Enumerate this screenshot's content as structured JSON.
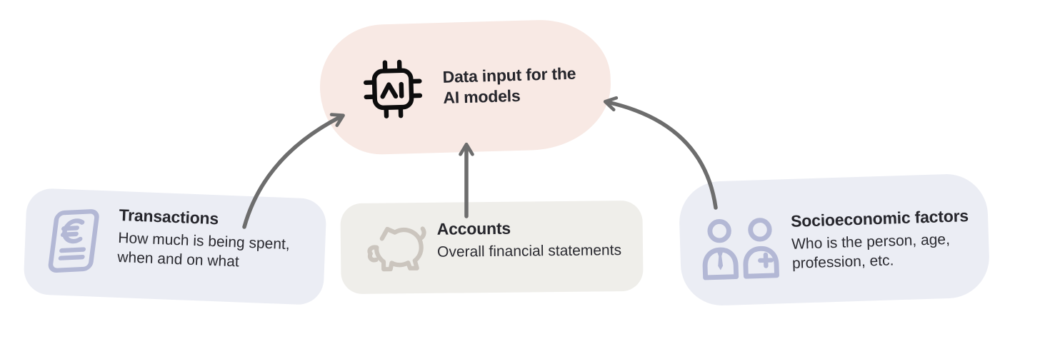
{
  "page": {
    "background": "#ffffff",
    "type": "flow-diagram"
  },
  "center_node": {
    "title": "Data input for the AI models",
    "icon": "ai-chip-icon",
    "background": "#f8e9e4",
    "icon_color": "#0d0d0d",
    "text_color": "#26262c"
  },
  "source_nodes": [
    {
      "id": "transactions",
      "title": "Transactions",
      "description": "How much is being spent, when and on what",
      "icon": "receipt-euro-icon",
      "background": "#ebedf4",
      "icon_color": "#b3b8d5"
    },
    {
      "id": "accounts",
      "title": "Accounts",
      "description": "Overall financial statements",
      "icon": "piggy-bank-icon",
      "background": "#efeeea",
      "icon_color": "#cbc5be"
    },
    {
      "id": "socioeconomic",
      "title": "Socioeconomic factors",
      "description": "Who is the person, age, profession, etc.",
      "icon": "people-icon",
      "background": "#ebedf4",
      "icon_color": "#b3b8d5"
    }
  ],
  "connectors": {
    "color": "#6d6d6d",
    "style": "curved-arrows",
    "links": [
      {
        "from": "transactions",
        "to": "center"
      },
      {
        "from": "accounts",
        "to": "center"
      },
      {
        "from": "socioeconomic",
        "to": "center"
      }
    ]
  },
  "text_colors": {
    "title": "#26262c",
    "body": "#2b2b31"
  }
}
